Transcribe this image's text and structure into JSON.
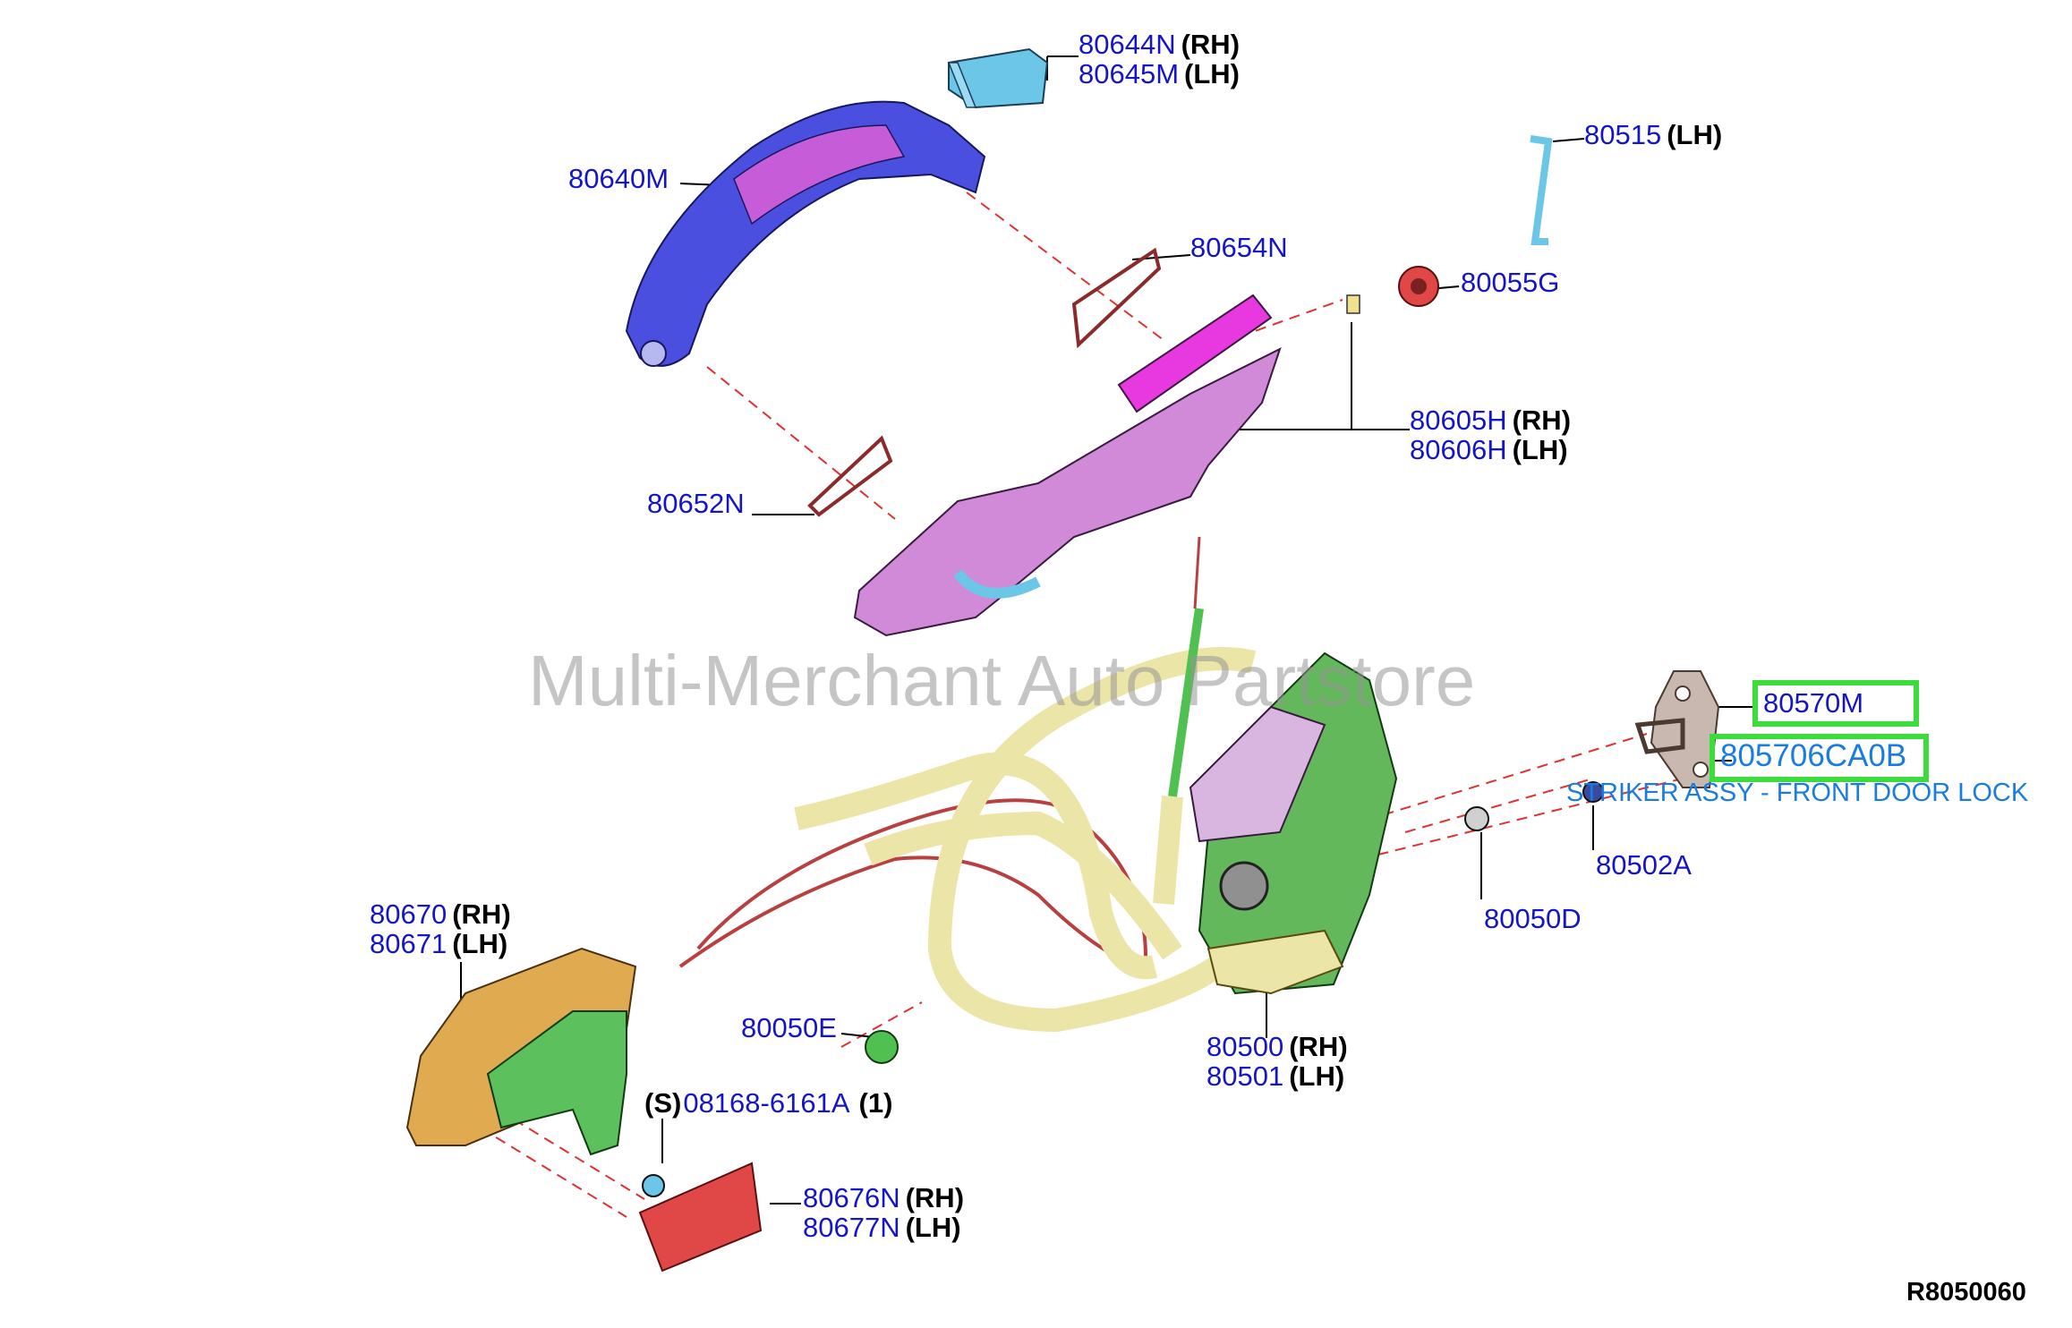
{
  "parts": {
    "p80644": {
      "num": "80644N",
      "side": "(RH)"
    },
    "p80645": {
      "num": "80645M",
      "side": "(LH)"
    },
    "p80515": {
      "num": "80515",
      "side": "(LH)"
    },
    "p80640": {
      "num": "80640M"
    },
    "p80654": {
      "num": "80654N"
    },
    "p80055": {
      "num": "80055G"
    },
    "p80605": {
      "num": "80605H",
      "side": "(RH)"
    },
    "p80606": {
      "num": "80606H",
      "side": "(LH)"
    },
    "p80652": {
      "num": "80652N"
    },
    "p80570": {
      "num": "80570M"
    },
    "p805706": {
      "num": "805706CA0B"
    },
    "p80502": {
      "num": "80502A"
    },
    "p80050d": {
      "num": "80050D"
    },
    "p80670": {
      "num": "80670",
      "side": "(RH)"
    },
    "p80671": {
      "num": "80671",
      "side": "(LH)"
    },
    "p80050e": {
      "num": "80050E"
    },
    "p80500": {
      "num": "80500",
      "side": "(RH)"
    },
    "p80501": {
      "num": "80501",
      "side": "(LH)"
    },
    "p08168": {
      "pre": "(S)",
      "num": "08168-6161A",
      "qty": "(1)"
    },
    "p80676": {
      "num": "80676N",
      "side": "(RH)"
    },
    "p80677": {
      "num": "80677N",
      "side": "(LH)"
    }
  },
  "description": "STRIKER ASSY - FRONT DOOR LOCK",
  "watermark": "Multi-Merchant Auto Partstore",
  "diagram_ref": "R8050060",
  "colors": {
    "part_number": "#1515c8",
    "highlight_box": "#3ddc3d",
    "highlight_text": "#1a7ce0",
    "dash_line": "#e03030"
  }
}
